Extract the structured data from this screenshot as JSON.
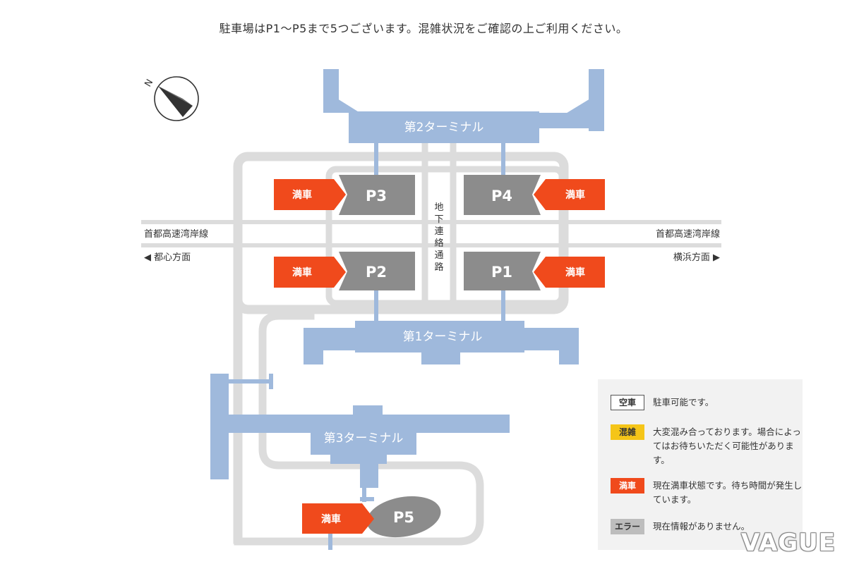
{
  "heading": "駐車場はP1〜P5まで5つございます。混雑状況をご確認の上ご利用ください。",
  "compass": {
    "letter": "N"
  },
  "terminals": {
    "t1": "第1ターミナル",
    "t2": "第2ターミナル",
    "t3": "第3ターミナル"
  },
  "parking": {
    "p1": {
      "name": "P1",
      "status": "満車"
    },
    "p2": {
      "name": "P2",
      "status": "満車"
    },
    "p3": {
      "name": "P3",
      "status": "満車"
    },
    "p4": {
      "name": "P4",
      "status": "満車"
    },
    "p5": {
      "name": "P5",
      "status": "満車"
    }
  },
  "tunnel": [
    "地",
    "下",
    "連",
    "絡",
    "通",
    "路"
  ],
  "roads": {
    "expressway_left": "首都高速湾岸線",
    "expressway_right": "首都高速湾岸線",
    "direction_left": "◀ 都心方面",
    "direction_right": "横浜方面 ▶"
  },
  "legend": {
    "items": [
      {
        "badge": "空車",
        "text": "駐車可能です。"
      },
      {
        "badge": "混雑",
        "text": "大変混み合っております。場合によってはお待ちいただく可能性があります。"
      },
      {
        "badge": "満車",
        "text": "現在満車状態です。待ち時間が発生しています。"
      },
      {
        "badge": "エラー",
        "text": "現在情報がありません。"
      }
    ]
  },
  "watermark": "VAGUE",
  "colors": {
    "terminal": "#9fb9dc",
    "road": "#dcdcdc",
    "parking": "#8c8c8c",
    "full": "#f04a1c",
    "busy": "#f5c518"
  }
}
